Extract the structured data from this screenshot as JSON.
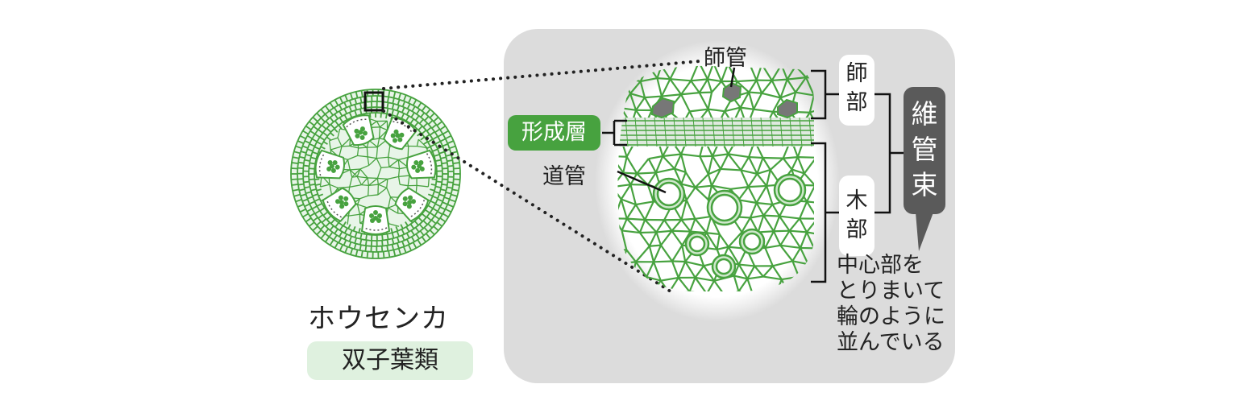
{
  "plant": {
    "name": "ホウセンカ",
    "group": "双子葉類"
  },
  "labels": {
    "sieve_tube": "師管",
    "vessel": "道管",
    "cambium": "形成層",
    "phloem": [
      "師",
      "部"
    ],
    "xylem": [
      "木",
      "部"
    ],
    "vascular_bundle": [
      "維",
      "管",
      "束"
    ],
    "note_lines": [
      "中心部を",
      "とりまいて",
      "輪のように",
      "並んでいる"
    ]
  },
  "colors": {
    "cell_line": "#47a23f",
    "cell_fill": "#ffffff",
    "panel_bg": "#dcdcdc",
    "cambium_box": "#47a23f",
    "group_box": "#dff1df",
    "bundle_box": "#5a5a5a",
    "sieve_fill": "#777777"
  }
}
